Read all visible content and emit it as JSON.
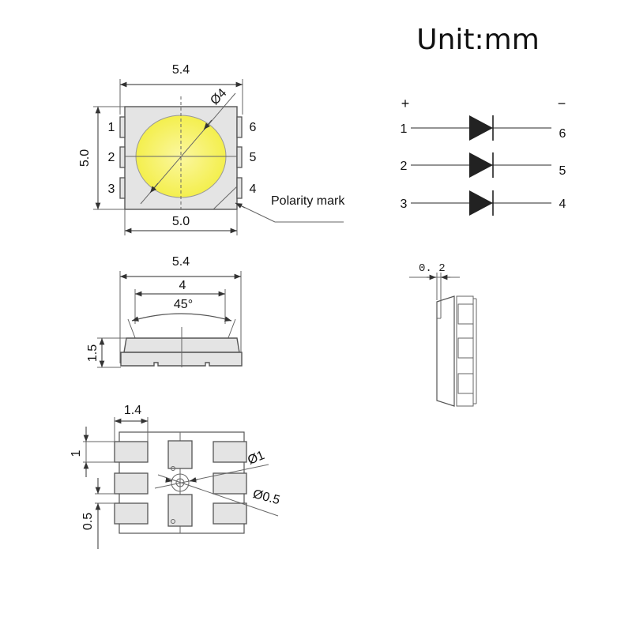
{
  "title": "Unit:mm",
  "colors": {
    "led_lens": "#f5f04a",
    "package_body": "#e4e4e4",
    "line": "#555555",
    "diode_fill": "#222222"
  },
  "top_view": {
    "width_dim": "5.4",
    "height_dim": "5.0",
    "body_width_dim": "5.0",
    "lens_diameter": "Ø4",
    "pins_left": [
      "1",
      "2",
      "3"
    ],
    "pins_right": [
      "6",
      "5",
      "4"
    ],
    "polarity_label": "Polarity mark"
  },
  "schematic": {
    "anode_symbol": "+",
    "cathode_symbol": "−",
    "rows": [
      {
        "anode_pin": "1",
        "cathode_pin": "6"
      },
      {
        "anode_pin": "2",
        "cathode_pin": "5"
      },
      {
        "anode_pin": "3",
        "cathode_pin": "4"
      }
    ]
  },
  "side_view": {
    "width_dim": "5.4",
    "lens_dim": "4",
    "angle": "45°",
    "height_dim": "1.5"
  },
  "side_profile": {
    "offset_dim": "0. 2"
  },
  "bottom_view": {
    "pad_width_dim": "1.4",
    "pad_height_dim": "1",
    "pad_gap_dim": "0.5",
    "outer_diameter": "Ø1",
    "inner_diameter": "Ø0.5"
  }
}
